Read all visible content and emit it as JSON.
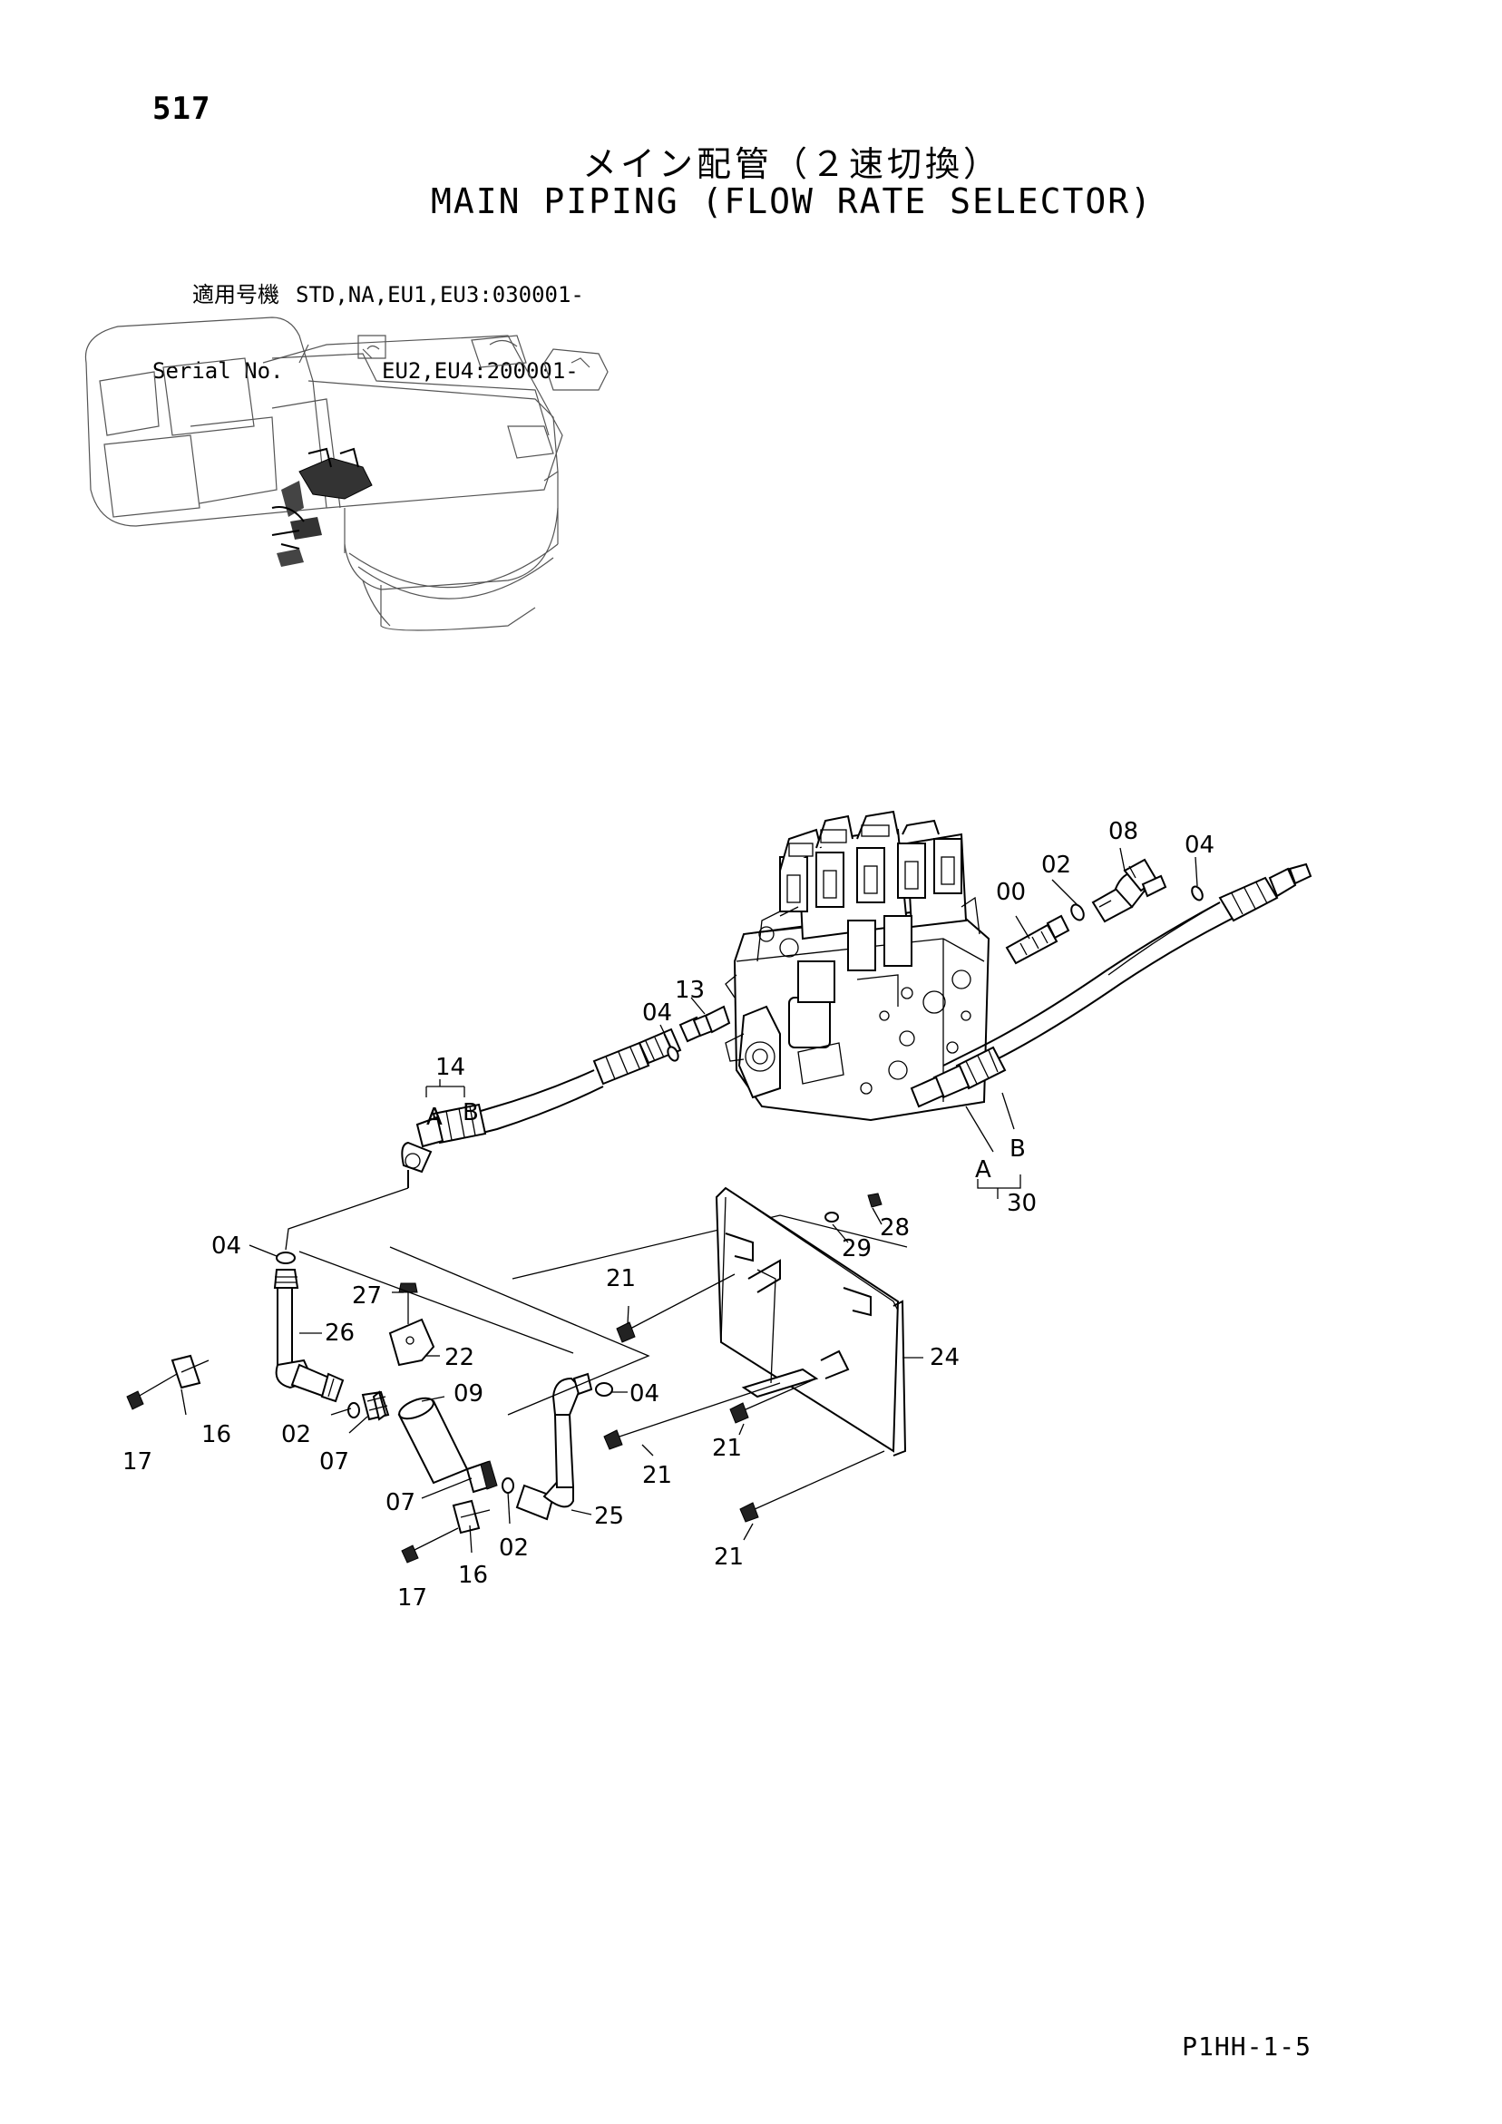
{
  "page_number": "517",
  "title_jp": "メイン配管（２速切換）",
  "title_en": "MAIN PIPING (FLOW RATE SELECTOR)",
  "serial": {
    "label_jp": "適用号機",
    "label_en": "Serial No.",
    "line1": "STD,NA,EU1,EU3:030001-",
    "line2": "EU2,EU4:200001-"
  },
  "callouts": {
    "c00": "00",
    "c02a": "02",
    "c02b": "02",
    "c02c": "02",
    "c04a": "04",
    "c04b": "04",
    "c04c": "04",
    "c04d": "04",
    "c07a": "07",
    "c07b": "07",
    "c08": "08",
    "c09": "09",
    "c13": "13",
    "c14": "14",
    "c16a": "16",
    "c16b": "16",
    "c17a": "17",
    "c17b": "17",
    "c21a": "21",
    "c21b": "21",
    "c21c": "21",
    "c21d": "21",
    "c22": "22",
    "c24": "24",
    "c25": "25",
    "c26": "26",
    "c27": "27",
    "c28": "28",
    "c29": "29",
    "c30": "30",
    "a14": "A",
    "b14": "B",
    "a30": "A",
    "b30": "B"
  },
  "drawing_code": "P1HH-1-5"
}
